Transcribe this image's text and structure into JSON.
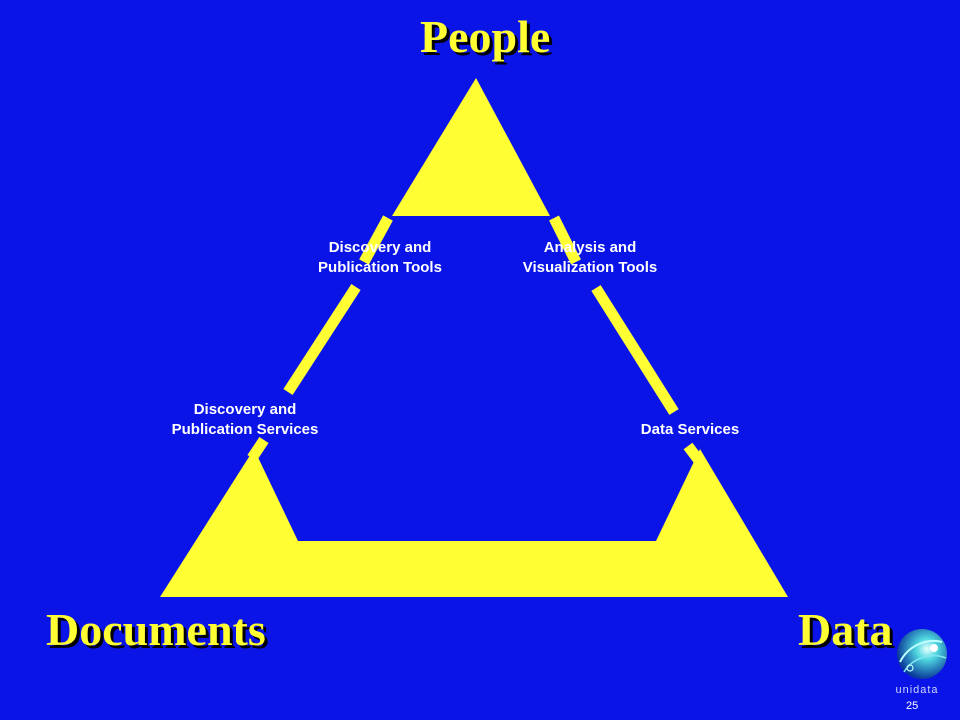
{
  "colors": {
    "background": "#0A14E6",
    "accent": "#FFFF33",
    "label": "#FFFFFF"
  },
  "corners": {
    "top": "People",
    "bottom_left": "Documents",
    "bottom_right": "Data"
  },
  "edges": {
    "discovery_tools": [
      "Discovery and",
      "Publication Tools"
    ],
    "analysis_tools": [
      "Analysis and",
      "Visualization Tools"
    ],
    "discovery_services": [
      "Discovery and",
      "Publication Services"
    ],
    "data_services": "Data Services"
  },
  "logo": {
    "word": "unidata",
    "icon": "unidata-globe-logo-icon"
  },
  "page_number": "25"
}
